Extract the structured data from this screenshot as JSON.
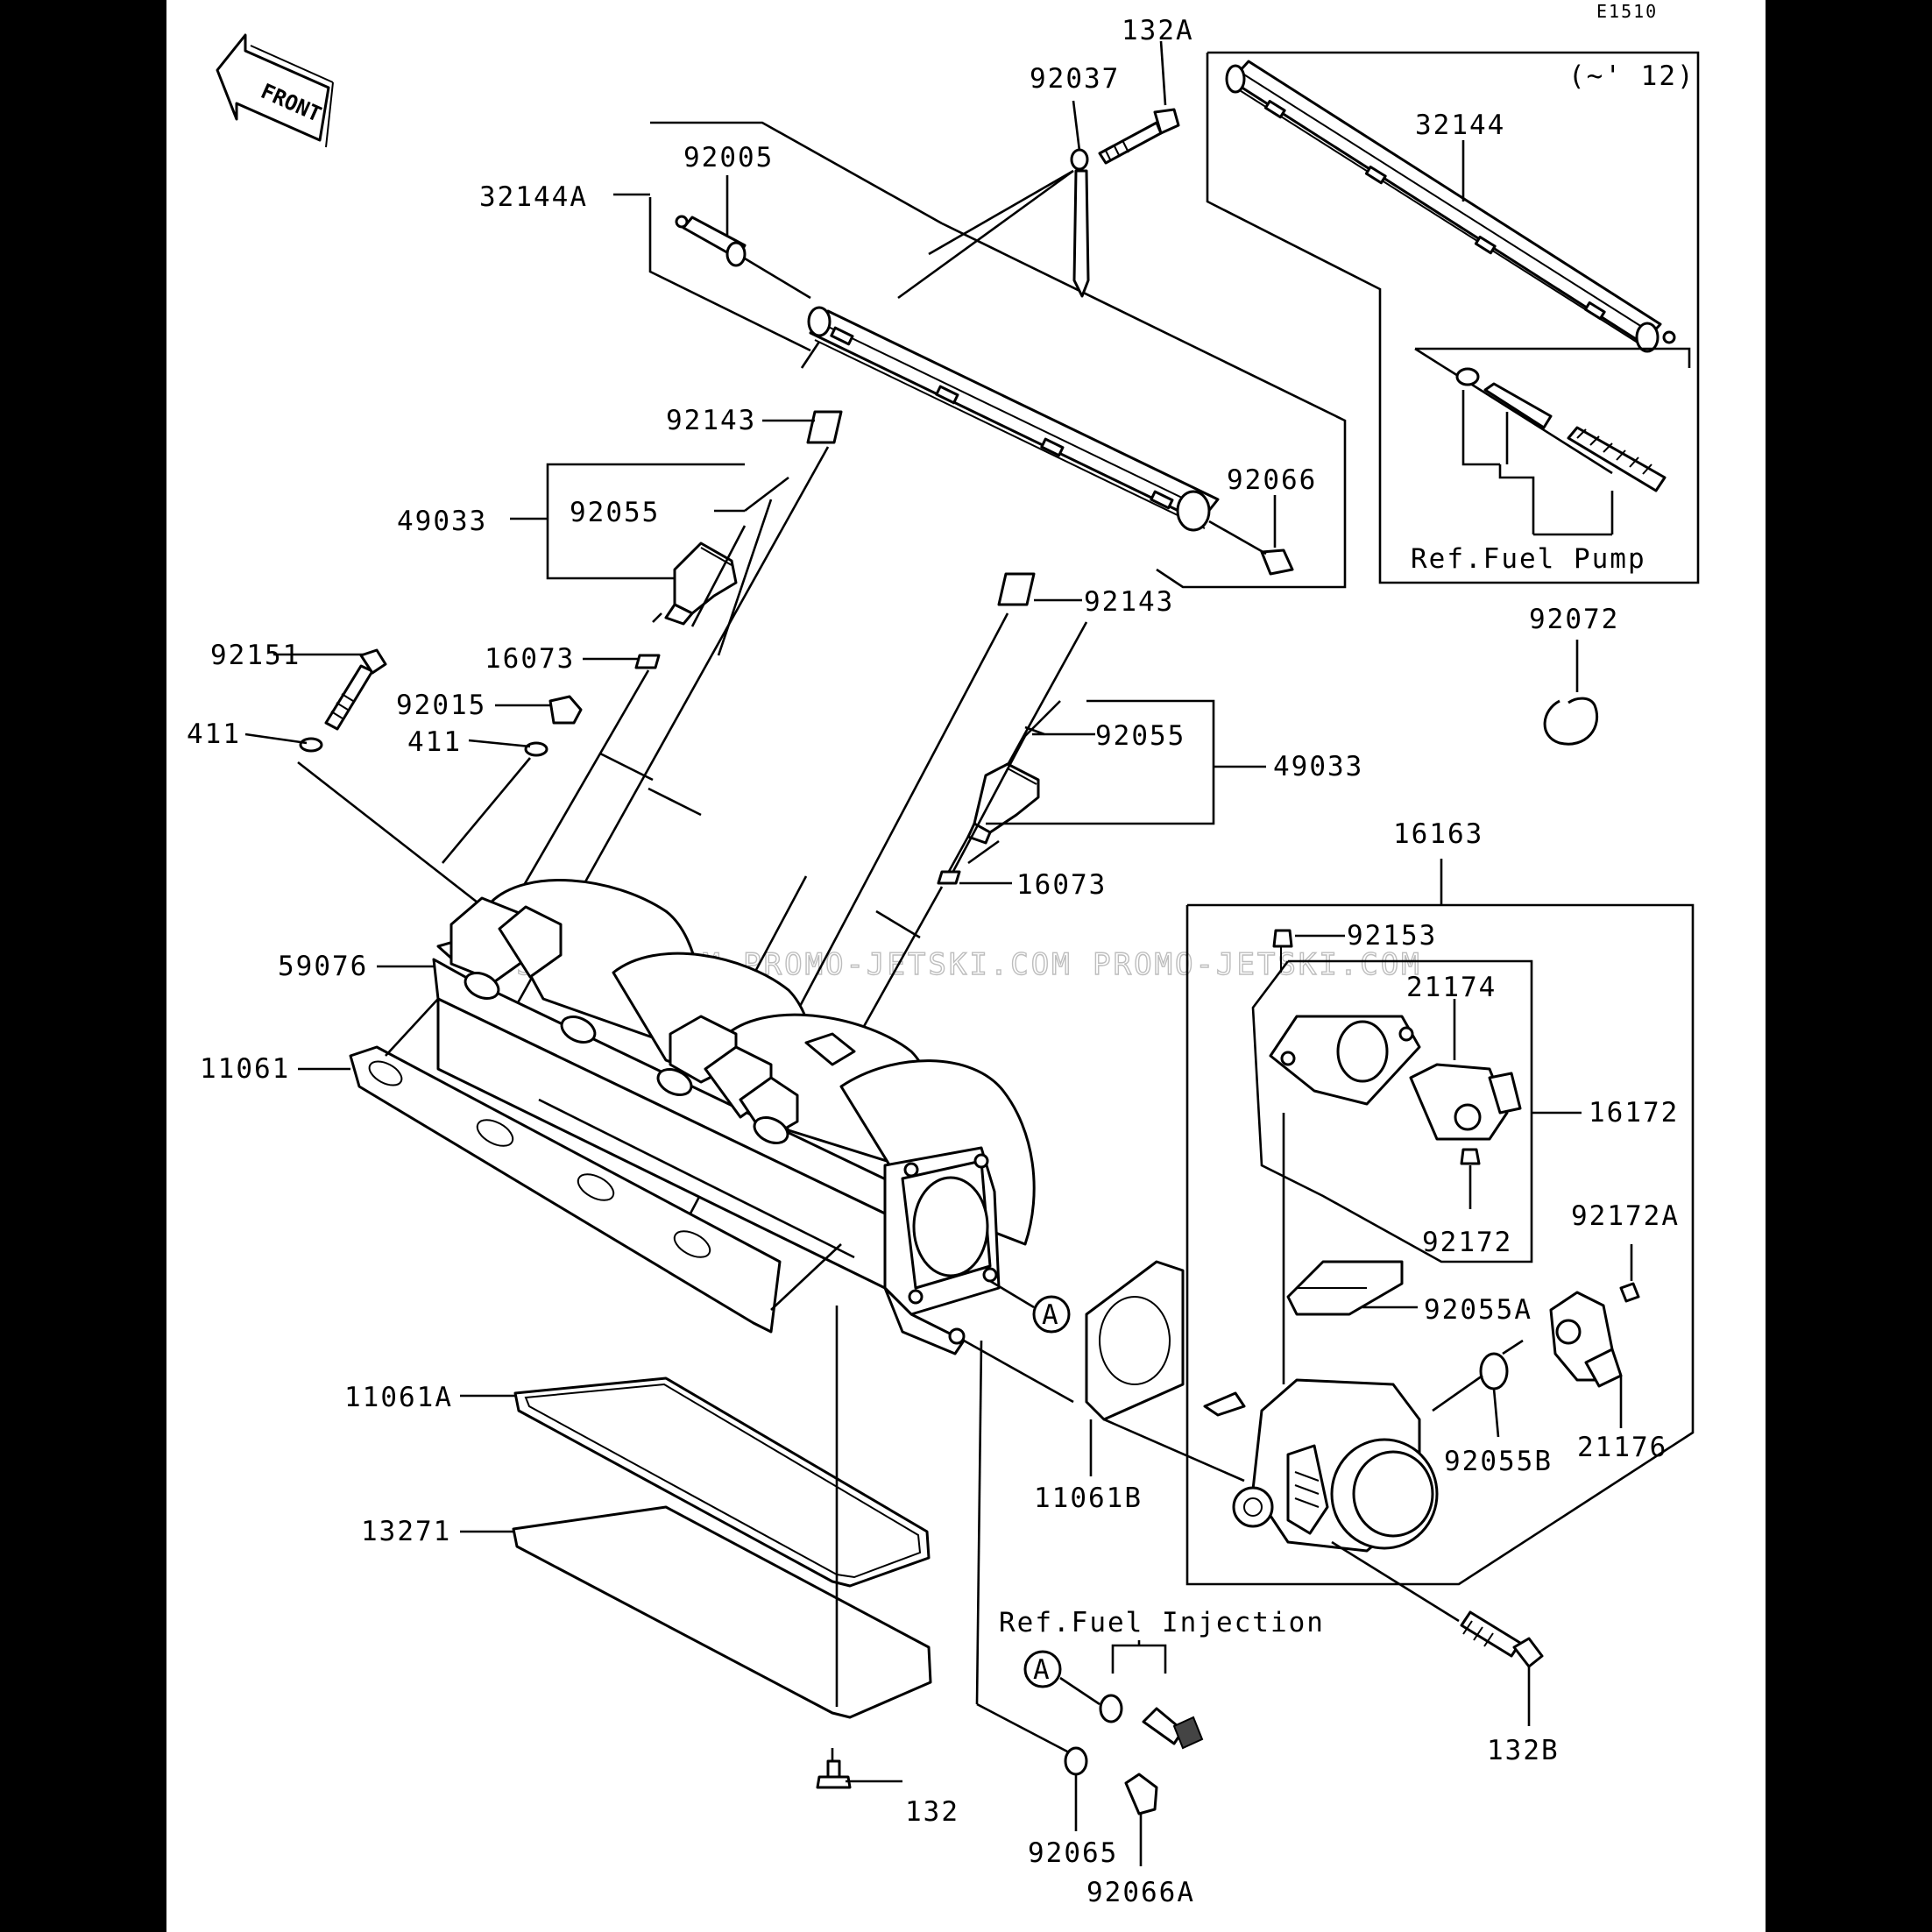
{
  "diagram": {
    "code": "E1510",
    "front_label": "FRONT",
    "year_note": "(~' 12)",
    "watermark": "JETSKI.COM  PROMO-JETSKI.COM  PROMO-JETSKI.COM",
    "ref_fuel_pump": "Ref.Fuel Pump",
    "ref_fuel_injection": "Ref.Fuel Injection",
    "callout_a": "A",
    "colors": {
      "background": "#000000",
      "sheet": "#ffffff",
      "ink": "#000000"
    }
  },
  "parts": [
    {
      "number": "132A"
    },
    {
      "number": "92037"
    },
    {
      "number": "32144"
    },
    {
      "number": "92005"
    },
    {
      "number": "32144A"
    },
    {
      "number": "92143"
    },
    {
      "number": "92066"
    },
    {
      "number": "92055"
    },
    {
      "number": "49033"
    },
    {
      "number": "92143"
    },
    {
      "number": "92072"
    },
    {
      "number": "92151"
    },
    {
      "number": "16073"
    },
    {
      "number": "92015"
    },
    {
      "number": "411"
    },
    {
      "number": "411"
    },
    {
      "number": "92055"
    },
    {
      "number": "49033"
    },
    {
      "number": "16163"
    },
    {
      "number": "16073"
    },
    {
      "number": "92153"
    },
    {
      "number": "59076"
    },
    {
      "number": "21174"
    },
    {
      "number": "11061"
    },
    {
      "number": "16172"
    },
    {
      "number": "92172A"
    },
    {
      "number": "92172"
    },
    {
      "number": "92055A"
    },
    {
      "number": "11061A"
    },
    {
      "number": "92055B"
    },
    {
      "number": "21176"
    },
    {
      "number": "11061B"
    },
    {
      "number": "13271"
    },
    {
      "number": "132B"
    },
    {
      "number": "132"
    },
    {
      "number": "92065"
    },
    {
      "number": "92066A"
    }
  ]
}
